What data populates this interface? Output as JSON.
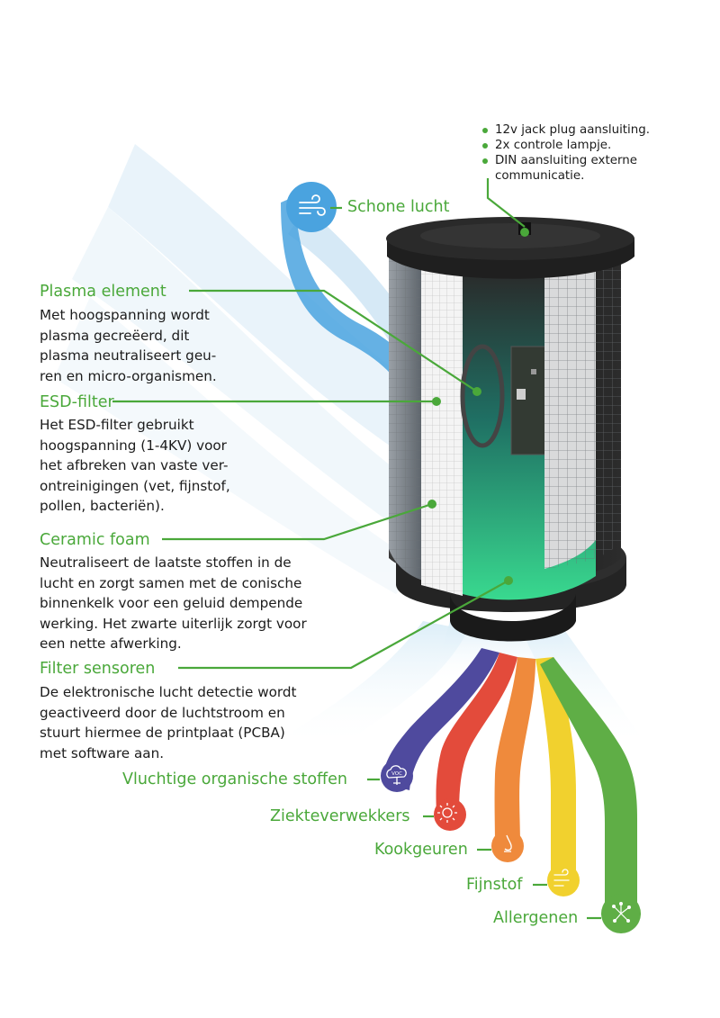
{
  "clean_air": {
    "label": "Schone lucht",
    "color": "#4aa3df"
  },
  "connections": [
    "12v jack plug aansluiting.",
    "2x controle lampje.",
    "DIN aansluiting externe communicatie."
  ],
  "components": [
    {
      "title": "Plasma element",
      "lines": [
        "Met hoogspanning wordt",
        "plasma gecreëerd, dit",
        "plasma neutraliseert geu-",
        "ren en micro-organismen."
      ]
    },
    {
      "title": "ESD-filter",
      "lines": [
        "Het ESD-filter gebruikt",
        "hoogspanning (1-4KV) voor",
        "het afbreken van vaste ver-",
        "ontreinigingen (vet, fijnstof,",
        "pollen, bacteriën)."
      ]
    },
    {
      "title": "Ceramic foam",
      "lines": [
        "Neutraliseert de laatste stoffen in de",
        "lucht en zorgt samen met de conische",
        "binnenkelk voor een geluid dempende",
        "werking. Het zwarte uiterlijk zorgt voor",
        "een nette afwerking."
      ]
    },
    {
      "title": "Filter sensoren",
      "lines": [
        "De elektronische lucht detectie wordt",
        "geactiveerd door de luchtstroom en",
        "stuurt hiermee de printplaat (PCBA)",
        "met software aan."
      ]
    }
  ],
  "pollutants": [
    {
      "label": "Vluchtige organische stoffen",
      "color": "#4f4a9e",
      "icon": "voc-cloud-icon",
      "icon_text": "VOC"
    },
    {
      "label": "Ziekteverwekkers",
      "color": "#e34b3b",
      "icon": "virus-icon"
    },
    {
      "label": "Kookgeuren",
      "color": "#ef8a3c",
      "icon": "nose-icon"
    },
    {
      "label": "Fijnstof",
      "color": "#f1d12e",
      "icon": "dust-icon"
    },
    {
      "label": "Allergenen",
      "color": "#5fae46",
      "icon": "pollen-icon"
    }
  ],
  "colors": {
    "accent_green": "#4aa83a",
    "text": "#1c1c1c",
    "unit_body": "#1e1e1e"
  }
}
